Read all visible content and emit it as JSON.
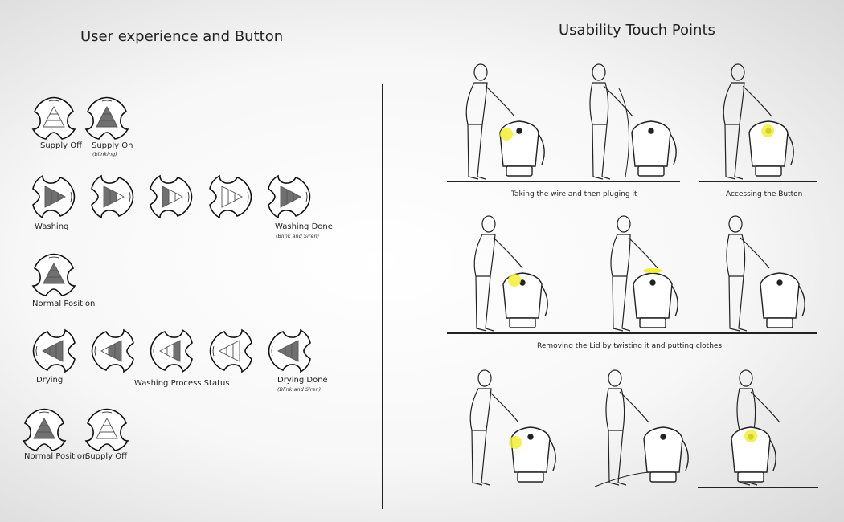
{
  "left_panel": {
    "title": "User experience and Button",
    "buttons": [
      {
        "direction": "up",
        "filled": [
          0,
          0,
          0
        ]
      },
      {
        "direction": "up",
        "filled": [
          1,
          1,
          1
        ]
      },
      {
        "direction": "right",
        "filled": [
          1,
          1,
          1
        ]
      },
      {
        "direction": "right",
        "filled": [
          1,
          1,
          0
        ]
      },
      {
        "direction": "right",
        "filled": [
          1,
          0,
          0
        ]
      },
      {
        "direction": "right",
        "filled": [
          0,
          0,
          0
        ]
      },
      {
        "direction": "right",
        "filled": [
          1,
          1,
          1
        ]
      },
      {
        "direction": "up",
        "filled": [
          1,
          1,
          1
        ]
      },
      {
        "direction": "left",
        "filled": [
          1,
          1,
          1
        ]
      },
      {
        "direction": "left",
        "filled": [
          1,
          1,
          0
        ]
      },
      {
        "direction": "left",
        "filled": [
          1,
          0,
          0
        ]
      },
      {
        "direction": "left",
        "filled": [
          0,
          0,
          0
        ]
      },
      {
        "direction": "left",
        "filled": [
          1,
          1,
          1
        ]
      },
      {
        "direction": "up",
        "filled": [
          1,
          1,
          1
        ]
      },
      {
        "direction": "up",
        "filled": [
          0,
          0,
          0
        ]
      }
    ],
    "labels": {
      "supply_off": "Supply Off",
      "supply_on": "Supply On",
      "supply_on_note": "(blinking)",
      "washing": "Washing",
      "washing_done": "Washing Done",
      "washing_done_note": "(Blink and Siren)",
      "normal_position": "Normal Position",
      "drying": "Drying",
      "washing_process_status": "Washing Process Status",
      "drying_done": "Drying Done",
      "drying_done_note": "(Blink and Siren)",
      "normal_position_2": "Normal Position",
      "supply_off_2": "Supply Off"
    }
  },
  "right_panel": {
    "title": "Usability Touch Points",
    "captions": {
      "row1a": "Taking the wire and then pluging it",
      "row1b": "Accessing the Button",
      "row2": "Removing the Lid by twisting it and putting clothes"
    },
    "highlight_color": "#f2ee3a"
  }
}
